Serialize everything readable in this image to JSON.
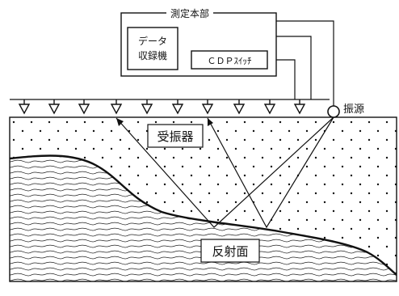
{
  "labels": {
    "hq_title": "測定本部",
    "recorder_line1": "データ",
    "recorder_line2": "収録機",
    "cdp_switch": "ＣＤＰｽｲｯﾁ",
    "source": "振源",
    "receivers": "受振器",
    "reflector": "反射面"
  },
  "colors": {
    "ink": "#111111",
    "background": "#ffffff"
  }
}
